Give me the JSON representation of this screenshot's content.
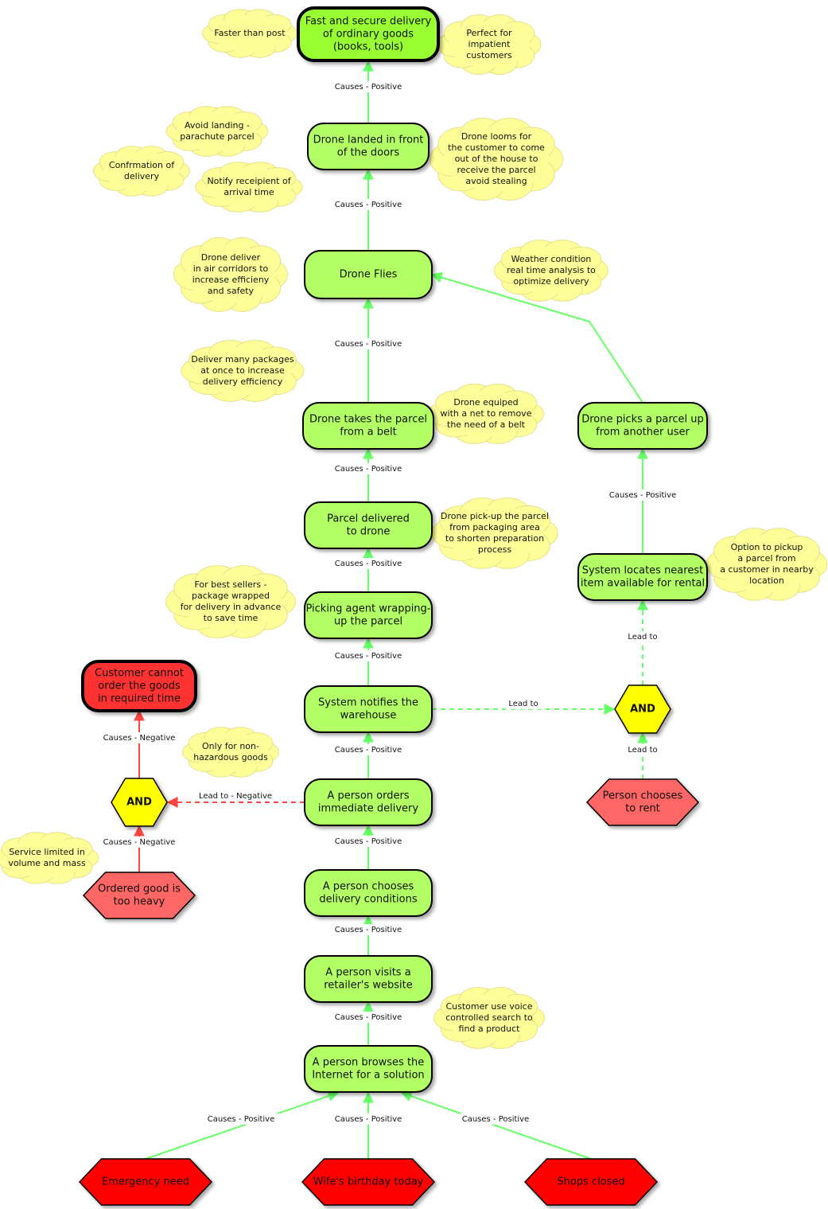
{
  "colors": {
    "goal": "#99ff33",
    "step": "#b3ff66",
    "negative_goal": "#ff3333",
    "obstacle": "#ff6666",
    "trigger": "#ff0000",
    "and_gate": "#ffff00",
    "cloud": "#ffff99",
    "positive_edge": "#66ff66",
    "negative_edge": "#ff4444"
  },
  "nodes": [
    {
      "id": "goal",
      "type": "goal",
      "lines": [
        "Fast and secure delivery",
        "of ordinary goods",
        "(books, tools)"
      ]
    },
    {
      "id": "landed",
      "type": "step",
      "lines": [
        "Drone landed in front",
        "of the doors"
      ]
    },
    {
      "id": "flies",
      "type": "step",
      "lines": [
        "Drone Flies"
      ]
    },
    {
      "id": "takes",
      "type": "step",
      "lines": [
        "Drone takes the parcel",
        "from a belt"
      ]
    },
    {
      "id": "picks",
      "type": "step",
      "lines": [
        "Drone picks a parcel up",
        "from another user"
      ]
    },
    {
      "id": "delivered",
      "type": "step",
      "lines": [
        "Parcel delivered",
        "to drone"
      ]
    },
    {
      "id": "locates",
      "type": "step",
      "lines": [
        "System locates nearest",
        "item available for rental"
      ]
    },
    {
      "id": "picking",
      "type": "step",
      "lines": [
        "Picking agent wrapping-",
        "up the parcel"
      ]
    },
    {
      "id": "notifies",
      "type": "step",
      "lines": [
        "System notifies the",
        "warehouse"
      ]
    },
    {
      "id": "orders",
      "type": "step",
      "lines": [
        "A person orders",
        "immediate delivery"
      ]
    },
    {
      "id": "chooses",
      "type": "step",
      "lines": [
        "A person chooses",
        "delivery conditions"
      ]
    },
    {
      "id": "visits",
      "type": "step",
      "lines": [
        "A person visits a",
        "retailer's website"
      ]
    },
    {
      "id": "browses",
      "type": "step",
      "lines": [
        "A person browses the",
        "Internet for a solution"
      ]
    },
    {
      "id": "cannot",
      "type": "negative_goal",
      "lines": [
        "Customer cannot",
        "order the goods",
        "in required time"
      ]
    },
    {
      "id": "and_left",
      "type": "and",
      "lines": [
        "AND"
      ]
    },
    {
      "id": "and_right",
      "type": "and",
      "lines": [
        "AND"
      ]
    },
    {
      "id": "heavy",
      "type": "obstacle",
      "lines": [
        "Ordered good is",
        "too heavy"
      ]
    },
    {
      "id": "rent",
      "type": "obstacle",
      "lines": [
        "Person chooses",
        "to rent"
      ]
    },
    {
      "id": "emergency",
      "type": "trigger",
      "lines": [
        "Emergency need"
      ]
    },
    {
      "id": "birthday",
      "type": "trigger",
      "lines": [
        "Wife's birthday today"
      ]
    },
    {
      "id": "shops",
      "type": "trigger",
      "lines": [
        "Shops closed"
      ]
    }
  ],
  "edges": [
    {
      "id": "e1",
      "from": "landed",
      "to": "goal",
      "label": "Causes - Positive",
      "style": "positive"
    },
    {
      "id": "e2",
      "from": "flies",
      "to": "landed",
      "label": "Causes - Positive",
      "style": "positive"
    },
    {
      "id": "e3",
      "from": "takes",
      "to": "flies",
      "label": "Causes - Positive",
      "style": "positive"
    },
    {
      "id": "e4",
      "from": "picks",
      "to": "flies",
      "label": "",
      "style": "positive"
    },
    {
      "id": "e5",
      "from": "delivered",
      "to": "takes",
      "label": "Causes - Positive",
      "style": "positive"
    },
    {
      "id": "e6",
      "from": "picking",
      "to": "delivered",
      "label": "Causes - Positive",
      "style": "positive"
    },
    {
      "id": "e7",
      "from": "notifies",
      "to": "picking",
      "label": "Causes - Positive",
      "style": "positive"
    },
    {
      "id": "e8",
      "from": "orders",
      "to": "notifies",
      "label": "Causes - Positive",
      "style": "positive"
    },
    {
      "id": "e9",
      "from": "chooses",
      "to": "orders",
      "label": "Causes - Positive",
      "style": "positive"
    },
    {
      "id": "e10",
      "from": "visits",
      "to": "chooses",
      "label": "Causes - Positive",
      "style": "positive"
    },
    {
      "id": "e11",
      "from": "browses",
      "to": "visits",
      "label": "Causes - Positive",
      "style": "positive"
    },
    {
      "id": "e12",
      "from": "emergency",
      "to": "browses",
      "label": "Causes - Positive",
      "style": "positive"
    },
    {
      "id": "e13",
      "from": "birthday",
      "to": "browses",
      "label": "Causes - Positive",
      "style": "positive"
    },
    {
      "id": "e14",
      "from": "shops",
      "to": "browses",
      "label": "Causes - Positive",
      "style": "positive"
    },
    {
      "id": "e15",
      "from": "locates",
      "to": "picks",
      "label": "Causes - Positive",
      "style": "positive"
    },
    {
      "id": "e16",
      "from": "and_right",
      "to": "locates",
      "label": "Lead to",
      "style": "positive-dashed"
    },
    {
      "id": "e17",
      "from": "notifies",
      "to": "and_right",
      "label": "Lead to",
      "style": "positive-dashed"
    },
    {
      "id": "e18",
      "from": "rent",
      "to": "and_right",
      "label": "Lead to",
      "style": "positive-dashed"
    },
    {
      "id": "e19",
      "from": "orders",
      "to": "and_left",
      "label": "Lead to - Negative",
      "style": "negative-dashed"
    },
    {
      "id": "e20",
      "from": "and_left",
      "to": "cannot",
      "label": "Causes - Negative",
      "style": "negative"
    },
    {
      "id": "e21",
      "from": "heavy",
      "to": "and_left",
      "label": "Causes - Negative",
      "style": "negative"
    }
  ],
  "notes": [
    {
      "id": "n1",
      "lines": [
        "Faster than post"
      ]
    },
    {
      "id": "n2",
      "lines": [
        "Perfect for",
        "impatient",
        "customers"
      ]
    },
    {
      "id": "n3",
      "lines": [
        "Avoid landing -",
        "parachute parcel"
      ]
    },
    {
      "id": "n4",
      "lines": [
        "Confrmation of",
        "delivery"
      ]
    },
    {
      "id": "n5",
      "lines": [
        "Notify receipient of",
        "arrival time"
      ]
    },
    {
      "id": "n6",
      "lines": [
        "Drone looms for",
        "the customer to come",
        "out of the house to",
        "receive the parcel",
        "avoid stealing"
      ]
    },
    {
      "id": "n7",
      "lines": [
        "Drone deliver",
        "in air corridors to",
        "increase efficieny",
        "and safety"
      ]
    },
    {
      "id": "n8",
      "lines": [
        "Weather condition",
        "real time analysis to",
        "optimize delivery"
      ]
    },
    {
      "id": "n9",
      "lines": [
        "Deliver many packages",
        "at once to increase",
        "delivery efficiency"
      ]
    },
    {
      "id": "n10",
      "lines": [
        "Drone equiped",
        "with a net to remove",
        "the need of a belt"
      ]
    },
    {
      "id": "n11",
      "lines": [
        "Drone pick-up the parcel",
        "from packaging area",
        "to shorten preparation",
        "process"
      ]
    },
    {
      "id": "n12",
      "lines": [
        "Option to pickup",
        "a parcel from",
        "a customer in nearby",
        "location"
      ]
    },
    {
      "id": "n13",
      "lines": [
        "For best sellers -",
        "package wrapped",
        "for delivery in advance",
        "to save time"
      ]
    },
    {
      "id": "n14",
      "lines": [
        "Only for non-",
        "hazardous goods"
      ]
    },
    {
      "id": "n15",
      "lines": [
        "Service limited in",
        "volume and mass"
      ]
    },
    {
      "id": "n16",
      "lines": [
        "Customer use voice",
        "controlled search to",
        "find a product"
      ]
    }
  ]
}
